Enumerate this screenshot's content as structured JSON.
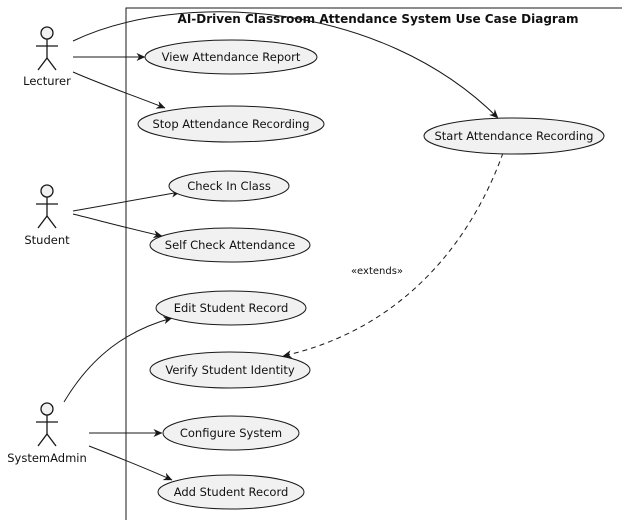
{
  "diagram": {
    "title": "AI-Driven Classroom Attendance System Use Case Diagram",
    "actors": {
      "lecturer": "Lecturer",
      "student": "Student",
      "system_admin": "SystemAdmin"
    },
    "use_cases": {
      "view_report": "View Attendance Report",
      "stop_recording": "Stop Attendance Recording",
      "start_recording": "Start Attendance Recording",
      "check_in": "Check In Class",
      "self_check": "Self Check Attendance",
      "edit_record": "Edit Student Record",
      "verify_identity": "Verify Student Identity",
      "configure": "Configure System",
      "add_record": "Add Student Record"
    },
    "relationships": {
      "extends_label": "«extends»"
    }
  }
}
